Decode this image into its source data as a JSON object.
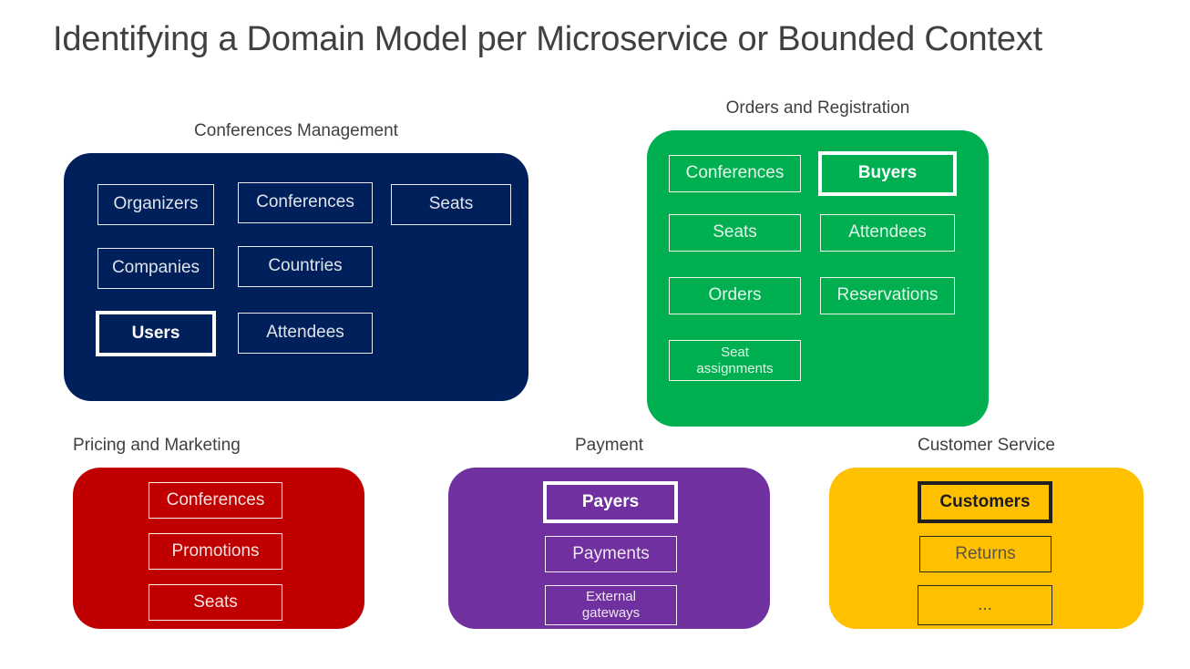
{
  "slide": {
    "title": "Identifying a Domain Model per Microservice or Bounded Context",
    "background": "#ffffff",
    "title_color": "#404040"
  },
  "groups": [
    {
      "id": "conferences-management",
      "caption": "Conferences Management",
      "caption_align": "center",
      "color": "#00205B",
      "chip_style": "light",
      "entities": [
        {
          "label": "Organizers",
          "highlight": false
        },
        {
          "label": "Conferences",
          "highlight": false
        },
        {
          "label": "Seats",
          "highlight": false
        },
        {
          "label": "Companies",
          "highlight": false
        },
        {
          "label": "Countries",
          "highlight": false
        },
        {
          "label": "Users",
          "highlight": true
        },
        {
          "label": "Attendees",
          "highlight": false
        }
      ]
    },
    {
      "id": "orders-registration",
      "caption": "Orders and Registration",
      "caption_align": "center",
      "color": "#00B050",
      "chip_style": "light",
      "entities": [
        {
          "label": "Conferences",
          "highlight": false
        },
        {
          "label": "Buyers",
          "highlight": true
        },
        {
          "label": "Seats",
          "highlight": false
        },
        {
          "label": "Attendees",
          "highlight": false
        },
        {
          "label": "Orders",
          "highlight": false
        },
        {
          "label": "Reservations",
          "highlight": false
        },
        {
          "label": "Seat assignments",
          "highlight": false,
          "small": true
        }
      ]
    },
    {
      "id": "pricing-marketing",
      "caption": "Pricing and Marketing",
      "caption_align": "left",
      "color": "#C00000",
      "chip_style": "light",
      "entities": [
        {
          "label": "Conferences",
          "highlight": false
        },
        {
          "label": "Promotions",
          "highlight": false
        },
        {
          "label": "Seats",
          "highlight": false
        }
      ]
    },
    {
      "id": "payment",
      "caption": "Payment",
      "caption_align": "center",
      "color": "#7030A0",
      "chip_style": "light",
      "entities": [
        {
          "label": "Payers",
          "highlight": true
        },
        {
          "label": "Payments",
          "highlight": false
        },
        {
          "label": "External gateways",
          "highlight": false,
          "small": true
        }
      ]
    },
    {
      "id": "customer-service",
      "caption": "Customer Service",
      "caption_align": "center",
      "color": "#FFC000",
      "chip_style": "dark",
      "entities": [
        {
          "label": "Customers",
          "highlight": true
        },
        {
          "label": "Returns",
          "highlight": false
        },
        {
          "label": "...",
          "highlight": false
        }
      ]
    }
  ]
}
